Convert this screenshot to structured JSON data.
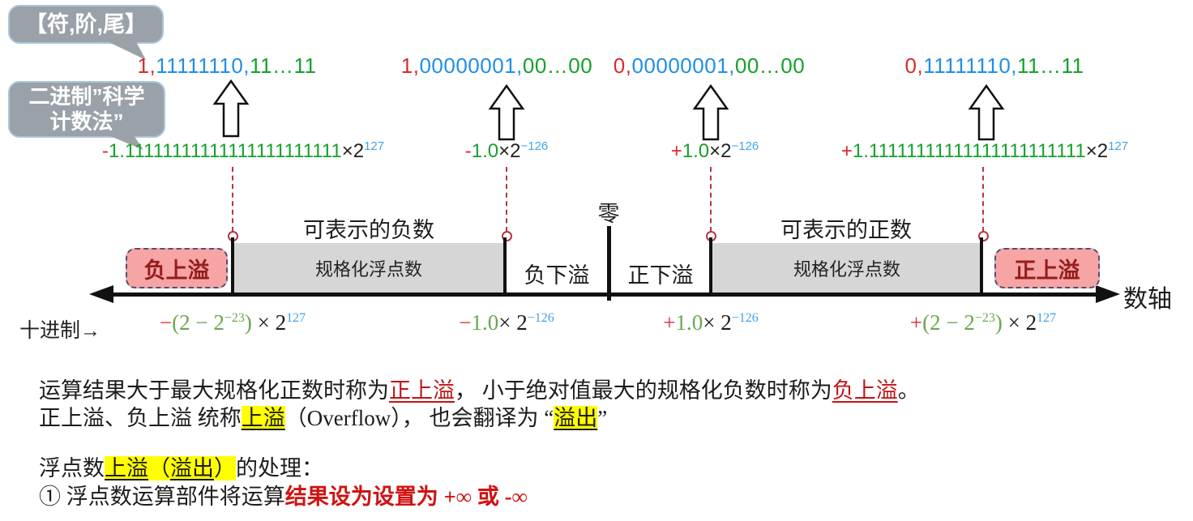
{
  "callouts": {
    "fields_label": "【符,阶,尾】",
    "notation_line1": "二进制”科学",
    "notation_line2": "计数法”"
  },
  "columns": [
    {
      "sign": "1",
      "comma1": ",",
      "exponent": "11111110",
      "comma2": ",",
      "mantissa": "11…11",
      "sci": {
        "sign": "-",
        "mantissa": "1.11111111111111111111111",
        "base": "×2",
        "exp": "127"
      }
    },
    {
      "sign": "1",
      "comma1": ",",
      "exponent": "00000001",
      "comma2": ",",
      "mantissa": "00…00",
      "sci": {
        "sign": "-",
        "mantissa": "1.0",
        "base": "×2",
        "exp": "−126"
      }
    },
    {
      "sign": "0",
      "comma1": ",",
      "exponent": "00000001",
      "comma2": ",",
      "mantissa": "00…00",
      "sci": {
        "sign": "+",
        "mantissa": "1.0",
        "base": "×2",
        "exp": "−126"
      }
    },
    {
      "sign": "0",
      "comma1": ",",
      "exponent": "11111110",
      "comma2": ",",
      "mantissa": "11…11",
      "sci": {
        "sign": "+",
        "mantissa": "1.11111111111111111111111",
        "base": "×2",
        "exp": "127"
      }
    }
  ],
  "number_line": {
    "neg_overflow": "负上溢",
    "pos_overflow": "正上溢",
    "neg_region_title": "可表示的负数",
    "pos_region_title": "可表示的正数",
    "normalized_label": "规格化浮点数",
    "neg_underflow": "负下溢",
    "pos_underflow": "正下溢",
    "zero": "零",
    "axis_label": "数轴"
  },
  "decimal_row": {
    "prefix": "十进制→",
    "values": [
      {
        "sign": "−",
        "green1": "(2 − 2",
        "green_sup": "−23",
        "green2": ")",
        "mid": " × 2",
        "exp": "127"
      },
      {
        "sign": "−",
        "green1": "1.0",
        "green_sup": "",
        "green2": "",
        "mid": "× 2",
        "exp": "−126"
      },
      {
        "sign": "+",
        "green1": "1.0",
        "green_sup": "",
        "green2": "",
        "mid": "× 2",
        "exp": "−126"
      },
      {
        "sign": "+",
        "green1": "(2 − 2",
        "green_sup": "−23",
        "green2": ")",
        "mid": " × 2",
        "exp": "127"
      }
    ]
  },
  "paragraphs": {
    "p1": {
      "s0": "运算结果大于最大规格化正数时称为",
      "s1": "正上溢",
      "s2": "， 小于绝对值最大的规格化负数时称为",
      "s3": "负上溢",
      "s4": "。"
    },
    "p2": {
      "s0": "正上溢、负上溢 统称",
      "s1": "上溢",
      "s2": "（Overflow）， 也会翻译为 “",
      "s3": "溢出",
      "s4": "”"
    },
    "p3": {
      "s0": "浮点数",
      "s1": "上溢",
      "s2": "（",
      "s3": "溢出",
      "s4": "）",
      "s5": "的处理："
    },
    "p4": {
      "s0": "① 浮点数运算部件将运算",
      "s1": "结果设为设置为 +∞ 或 -∞"
    }
  },
  "colors": {
    "sign_red": "#d92b2b",
    "exponent_blue": "#1f8fe8",
    "mantissa_green": "#16a12b",
    "superscript_blue": "#44a5ea",
    "decimal_green": "#6aa84f",
    "highlight_yellow": "#ffff00",
    "overflow_box_pink": "#f7a4a4",
    "overflow_text_red": "#951c1c",
    "bubble_gray": "#9aa1a9",
    "connector_red": "#b4373f"
  }
}
